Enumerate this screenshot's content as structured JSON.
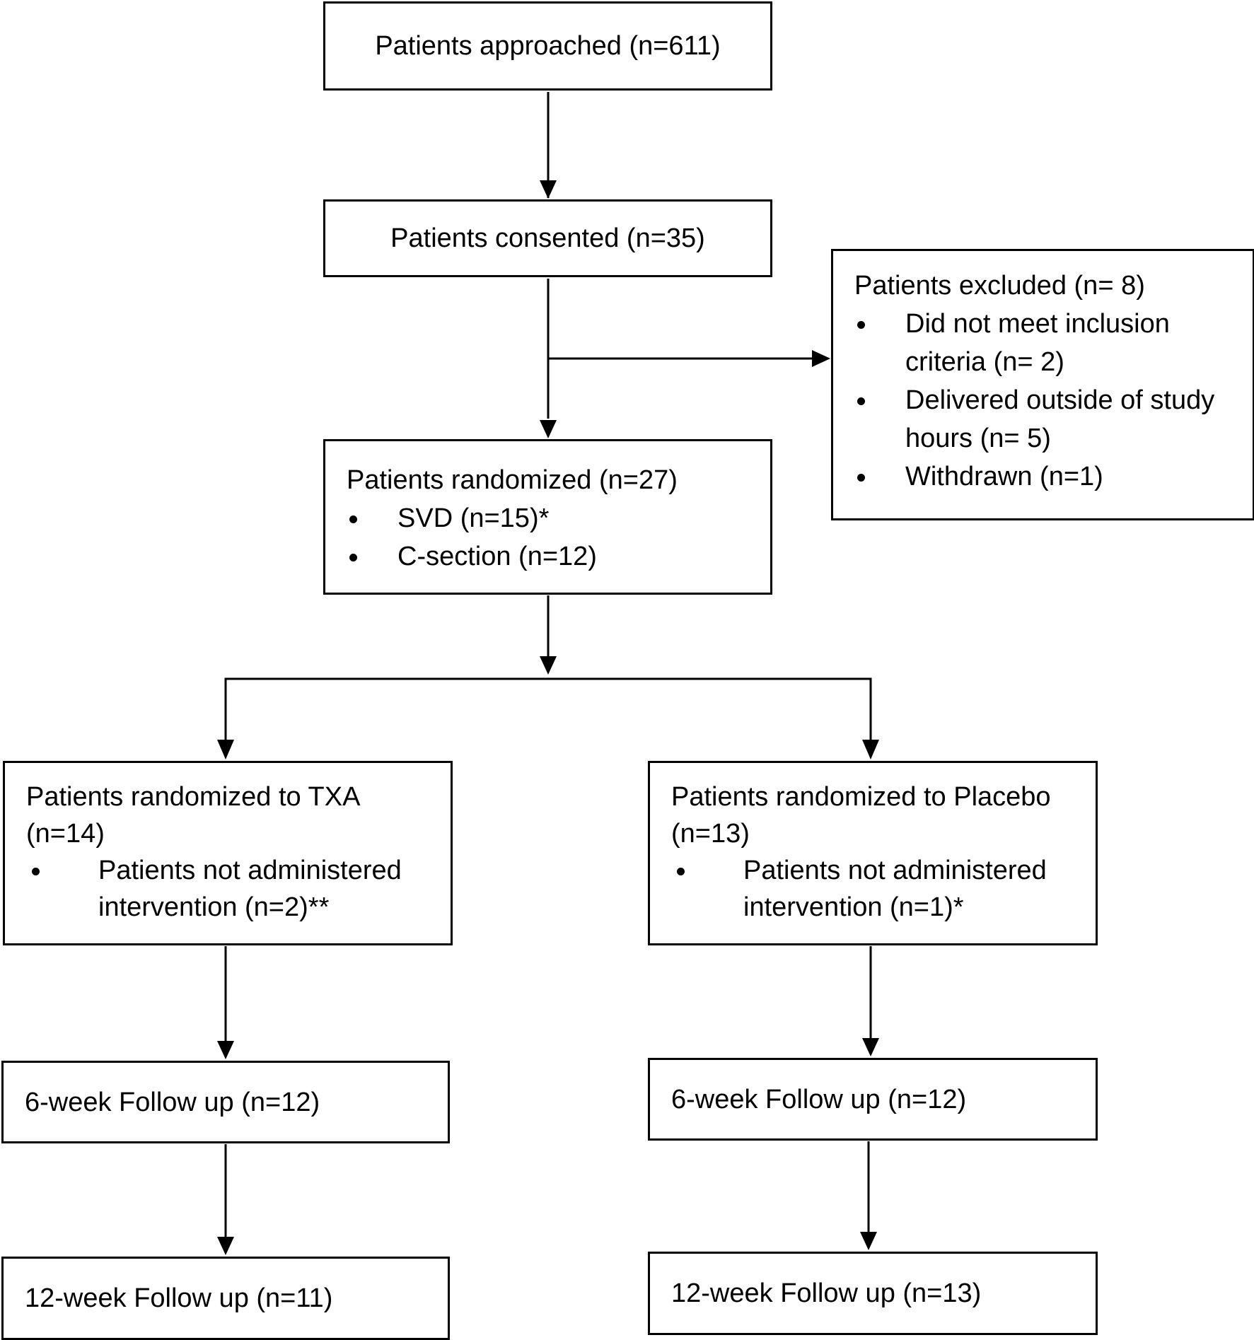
{
  "flowchart": {
    "approached": "Patients approached (n=611)",
    "consented": "Patients consented (n=35)",
    "excluded": {
      "title": "Patients excluded (n= 8)",
      "items": [
        "Did not meet inclusion criteria (n= 2)",
        "Delivered outside of study hours (n= 5)",
        "Withdrawn (n=1)"
      ]
    },
    "randomized": {
      "title": "Patients randomized (n=27)",
      "items": [
        "SVD (n=15)*",
        "C-section (n=12)"
      ]
    },
    "txa": {
      "title": "Patients randomized to TXA (n=14)",
      "items": [
        "Patients not administered intervention (n=2)**"
      ],
      "followup_6wk": "6-week Follow up (n=12)",
      "followup_12wk": "12-week Follow up (n=11)"
    },
    "placebo": {
      "title": "Patients randomized to Placebo (n=13)",
      "items": [
        "Patients not administered intervention (n=1)*"
      ],
      "followup_6wk": "6-week Follow up (n=12)",
      "followup_12wk": "12-week Follow up (n=13)"
    }
  },
  "colors": {
    "line": "#000000",
    "background": "#ffffff",
    "text": "#000000"
  }
}
